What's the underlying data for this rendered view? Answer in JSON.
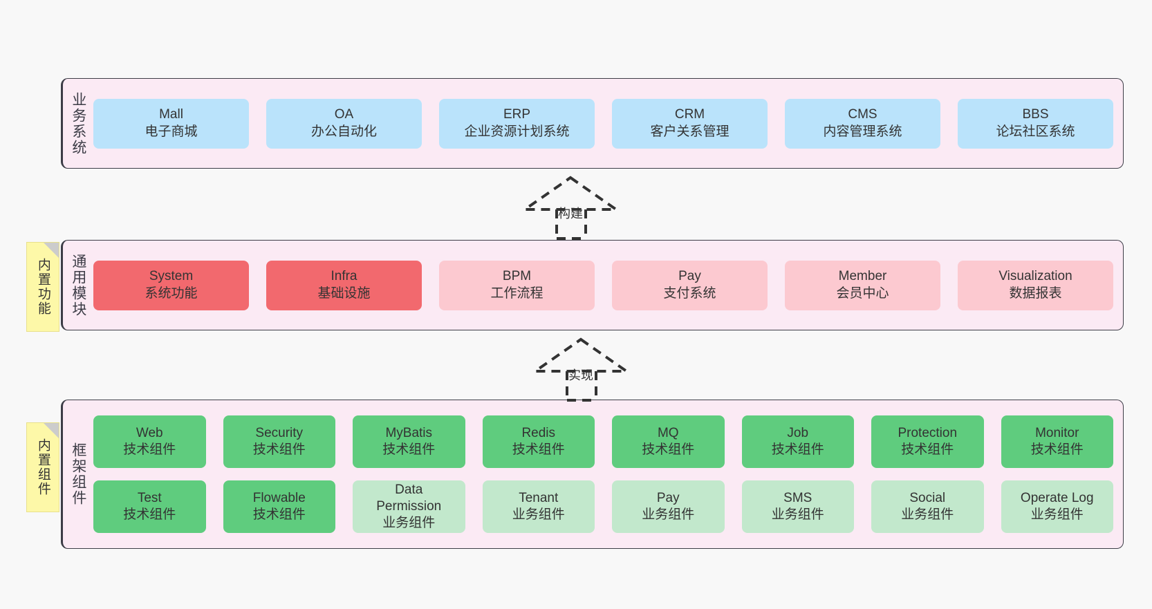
{
  "diagram": {
    "background_color": "#f8f8f8",
    "layer_fill": "#fbeaf4",
    "layer_border": "#3c3c46",
    "note_fill": "#fdf8a8"
  },
  "layers": [
    {
      "id": "business-systems",
      "title": "业务系统",
      "rows": [
        {
          "nodes": [
            {
              "name": "Mall",
              "sub": "电子商城",
              "color": "#bae3fb",
              "variant": "c-blue"
            },
            {
              "name": "OA",
              "sub": "办公自动化",
              "color": "#bae3fb",
              "variant": "c-blue"
            },
            {
              "name": "ERP",
              "sub": "企业资源计划系统",
              "color": "#bae3fb",
              "variant": "c-blue"
            },
            {
              "name": "CRM",
              "sub": "客户关系管理",
              "color": "#bae3fb",
              "variant": "c-blue"
            },
            {
              "name": "CMS",
              "sub": "内容管理系统",
              "color": "#bae3fb",
              "variant": "c-blue"
            },
            {
              "name": "BBS",
              "sub": "论坛社区系统",
              "color": "#bae3fb",
              "variant": "c-blue"
            }
          ]
        }
      ]
    },
    {
      "id": "common-modules",
      "title": "通用模块",
      "note": "内置功能",
      "rows": [
        {
          "nodes": [
            {
              "name": "System",
              "sub": "系统功能",
              "color": "#f2696e",
              "variant": "c-red"
            },
            {
              "name": "Infra",
              "sub": "基础设施",
              "color": "#f2696e",
              "variant": "c-red"
            },
            {
              "name": "BPM",
              "sub": "工作流程",
              "color": "#fcc9d0",
              "variant": "c-pink"
            },
            {
              "name": "Pay",
              "sub": "支付系统",
              "color": "#fcc9d0",
              "variant": "c-pink"
            },
            {
              "name": "Member",
              "sub": "会员中心",
              "color": "#fcc9d0",
              "variant": "c-pink"
            },
            {
              "name": "Visualization",
              "sub": "数据报表",
              "color": "#fcc9d0",
              "variant": "c-pink"
            }
          ]
        }
      ]
    },
    {
      "id": "framework-components",
      "title": "框架组件",
      "note": "内置组件",
      "rows": [
        {
          "nodes": [
            {
              "name": "Web",
              "sub": "技术组件",
              "color": "#5fcc7e",
              "variant": "c-green"
            },
            {
              "name": "Security",
              "sub": "技术组件",
              "color": "#5fcc7e",
              "variant": "c-green"
            },
            {
              "name": "MyBatis",
              "sub": "技术组件",
              "color": "#5fcc7e",
              "variant": "c-green"
            },
            {
              "name": "Redis",
              "sub": "技术组件",
              "color": "#5fcc7e",
              "variant": "c-green"
            },
            {
              "name": "MQ",
              "sub": "技术组件",
              "color": "#5fcc7e",
              "variant": "c-green"
            },
            {
              "name": "Job",
              "sub": "技术组件",
              "color": "#5fcc7e",
              "variant": "c-green"
            },
            {
              "name": "Protection",
              "sub": "技术组件",
              "color": "#5fcc7e",
              "variant": "c-green"
            },
            {
              "name": "Monitor",
              "sub": "技术组件",
              "color": "#5fcc7e",
              "variant": "c-green"
            }
          ]
        },
        {
          "nodes": [
            {
              "name": "Test",
              "sub": "技术组件",
              "color": "#5fcc7e",
              "variant": "c-green"
            },
            {
              "name": "Flowable",
              "sub": "技术组件",
              "color": "#5fcc7e",
              "variant": "c-green"
            },
            {
              "name": "Data Permission",
              "sub": "业务组件",
              "color": "#c2e8cc",
              "variant": "c-greenlite"
            },
            {
              "name": "Tenant",
              "sub": "业务组件",
              "color": "#c2e8cc",
              "variant": "c-greenlite"
            },
            {
              "name": "Pay",
              "sub": "业务组件",
              "color": "#c2e8cc",
              "variant": "c-greenlite"
            },
            {
              "name": "SMS",
              "sub": "业务组件",
              "color": "#c2e8cc",
              "variant": "c-greenlite"
            },
            {
              "name": "Social",
              "sub": "业务组件",
              "color": "#c2e8cc",
              "variant": "c-greenlite"
            },
            {
              "name": "Operate Log",
              "sub": "业务组件",
              "color": "#c2e8cc",
              "variant": "c-greenlite"
            }
          ]
        }
      ]
    }
  ],
  "connectors": [
    {
      "id": "build",
      "label": "构建",
      "from": "common-modules",
      "to": "business-systems"
    },
    {
      "id": "implement",
      "label": "实现",
      "from": "framework-components",
      "to": "common-modules"
    }
  ]
}
